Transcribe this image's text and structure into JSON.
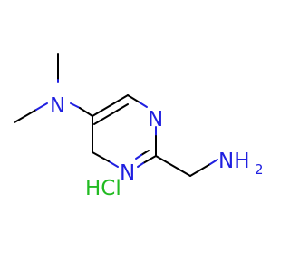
{
  "molecule": {
    "atoms": {
      "amine_n": "N",
      "ring_n_top": "N",
      "ring_n_bottom": "N",
      "nh2_n": "NH",
      "nh2_sub": "2"
    },
    "salt": "HCl",
    "colors": {
      "nitrogen": "#2020e0",
      "chlorine_salt": "#22bb22",
      "bond": "#000000",
      "background": "#ffffff"
    }
  }
}
